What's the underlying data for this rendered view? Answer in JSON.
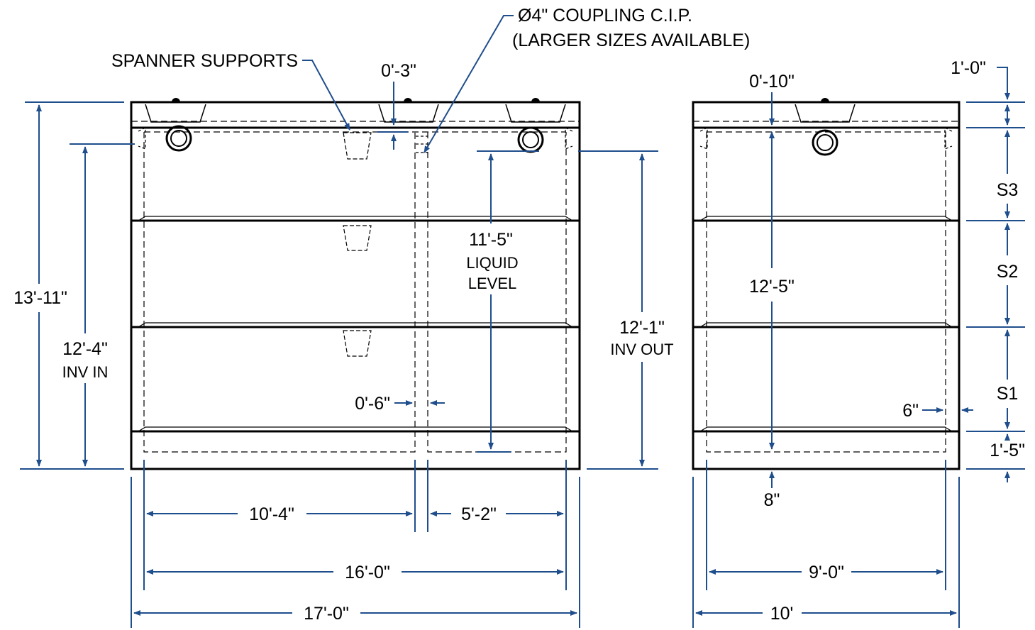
{
  "colors": {
    "outline": "#000000",
    "dimension": "#1f4e8c",
    "background": "#ffffff"
  },
  "labels": {
    "coupling_line1": "Ø4\" COUPLING C.I.P.",
    "coupling_line2": "(LARGER SIZES AVAILABLE)",
    "spanner_supports": "SPANNER SUPPORTS"
  },
  "front_view": {
    "overall_height": "13'-11\"",
    "inv_in_value": "12'-4\"",
    "inv_in_label": "INV IN",
    "top_gap": "0'-3\"",
    "liquid_level_value": "11'-5\"",
    "liquid_level_line1": "LIQUID",
    "liquid_level_line2": "LEVEL",
    "inv_out_value": "12'-1\"",
    "inv_out_label": "INV OUT",
    "baffle_wall": "0'-6\"",
    "inner_left": "10'-4\"",
    "inner_right": "5'-2\"",
    "inner_width": "16'-0\"",
    "outer_width": "17'-0\""
  },
  "side_view": {
    "top_thickness": "0'-10\"",
    "lid_height": "1'-0\"",
    "section_3": "S3",
    "section_2": "S2",
    "section_1": "S1",
    "bottom_section": "1'-5\"",
    "interior_height": "12'-5\"",
    "wall": "6\"",
    "floor": "8\"",
    "inner_width": "9'-0\"",
    "outer_width": "10'"
  }
}
